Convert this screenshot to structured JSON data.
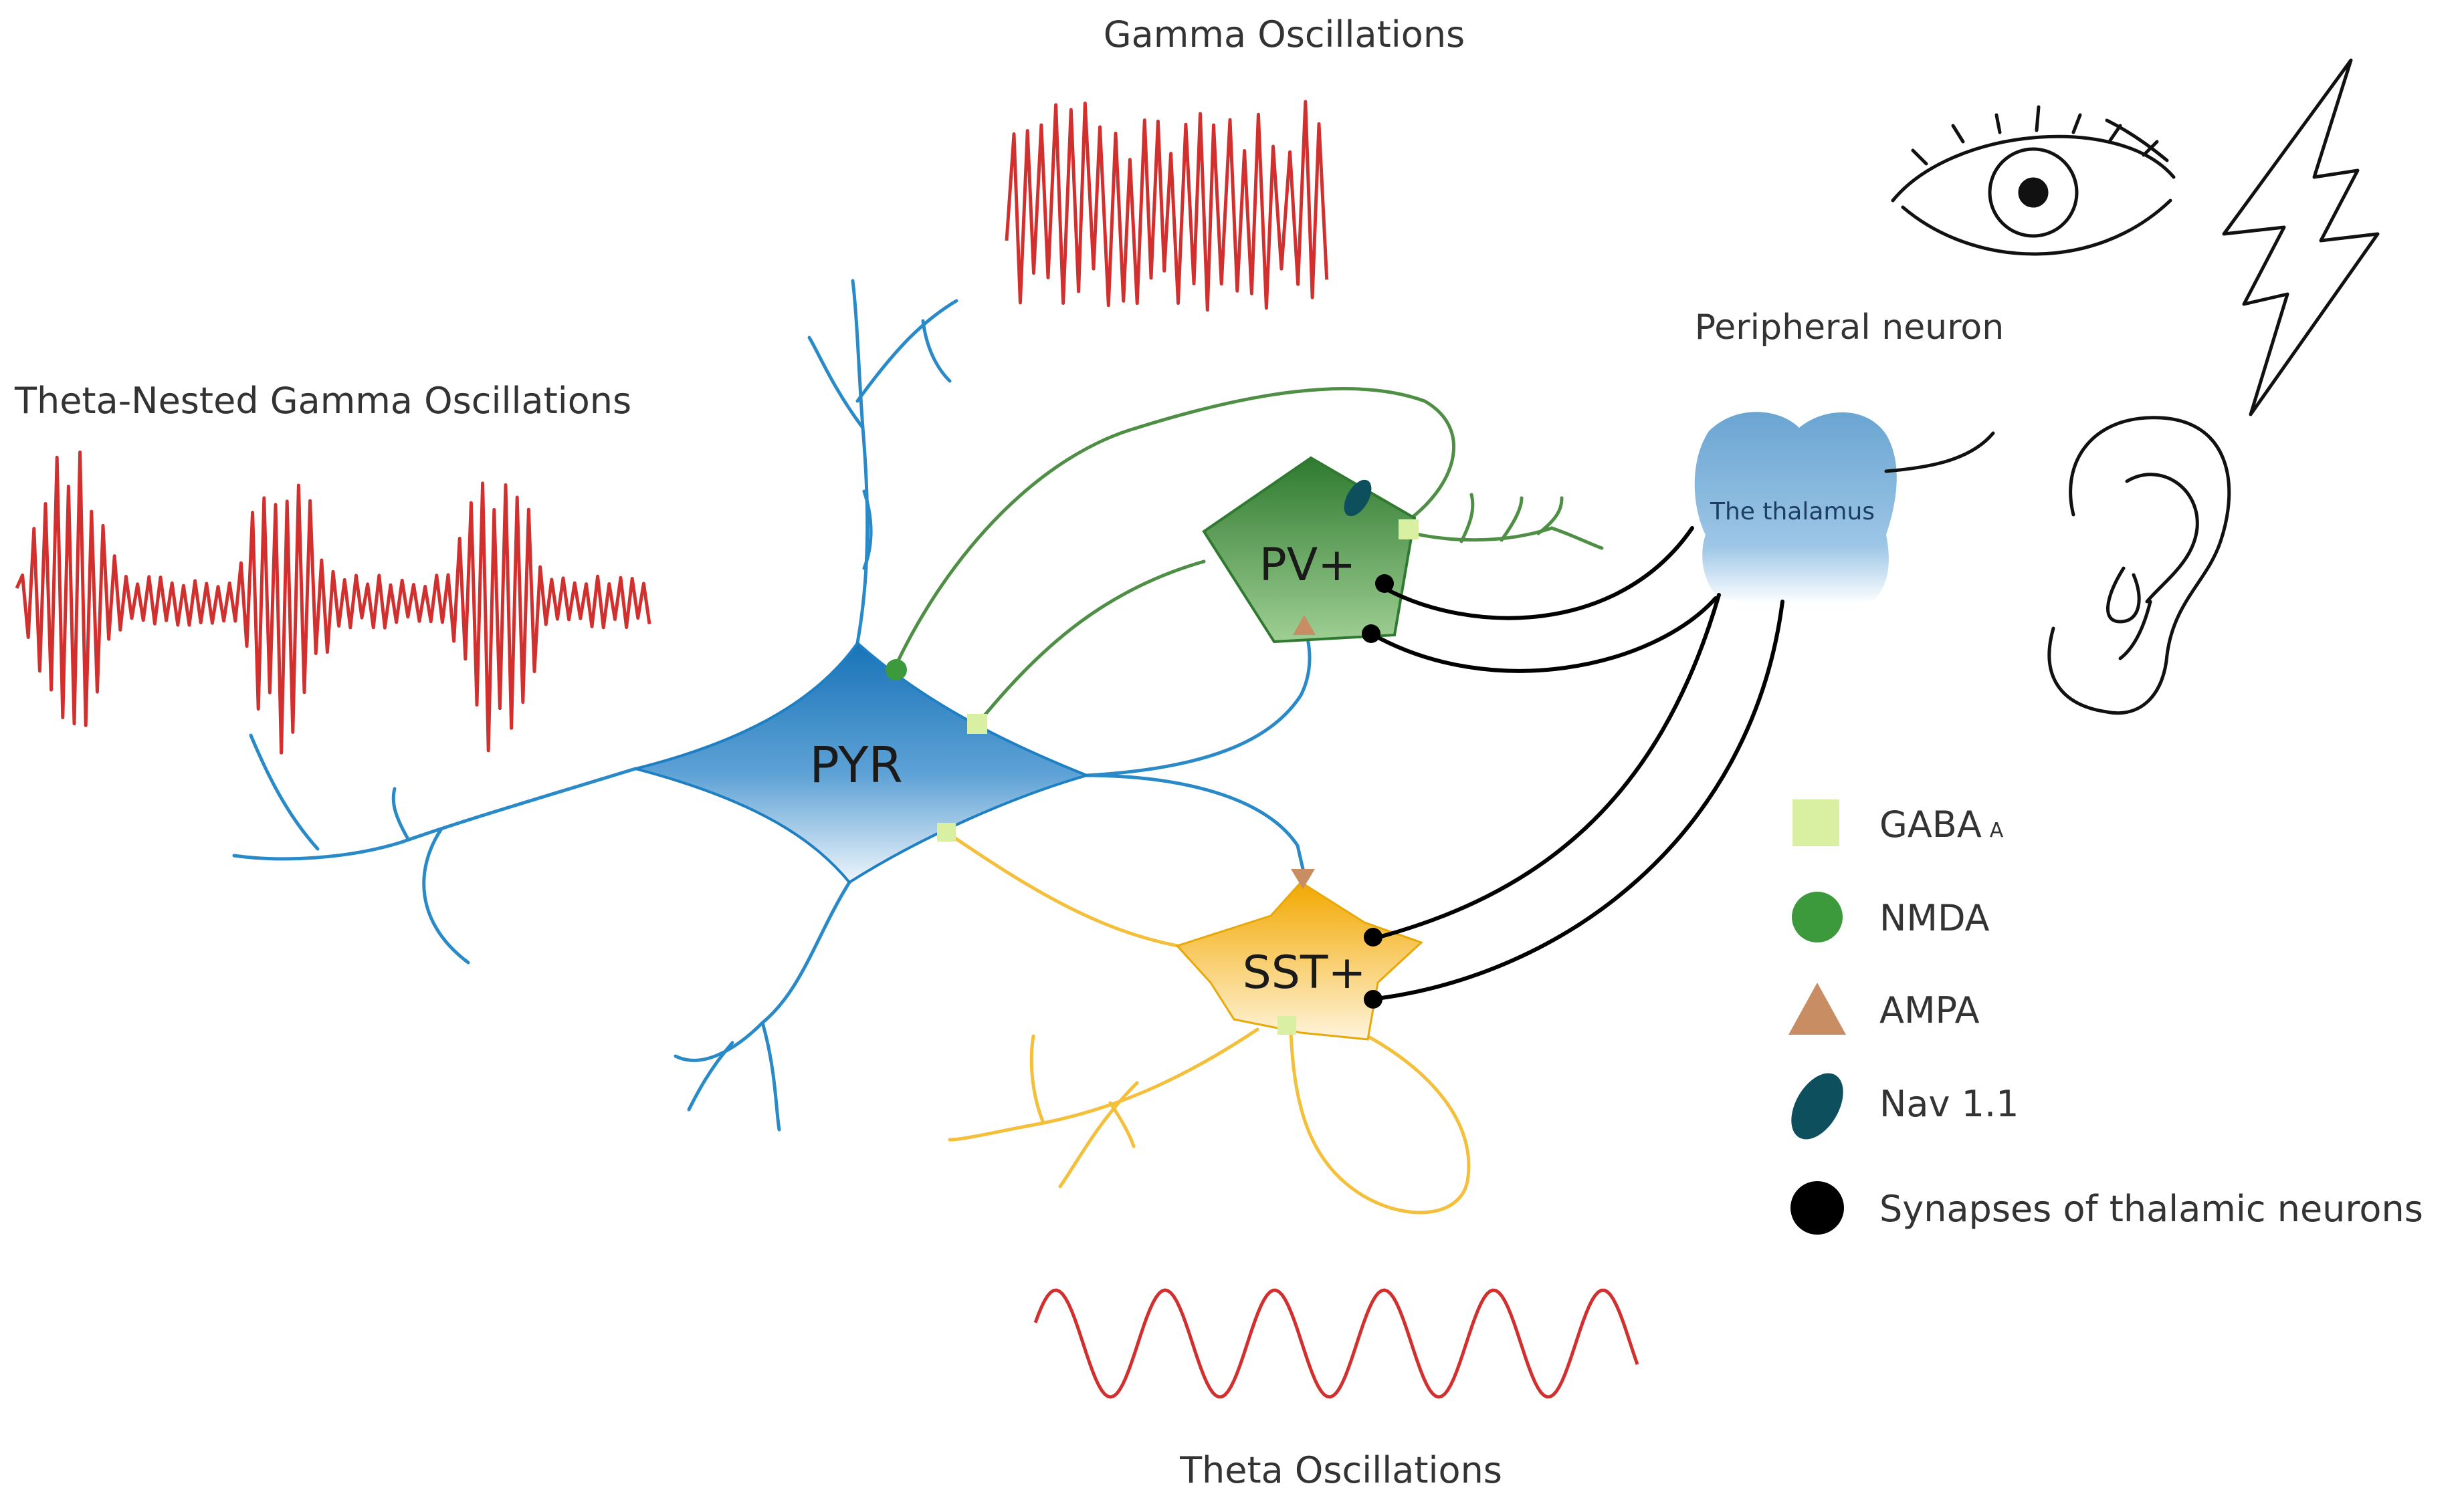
{
  "labels": {
    "gamma": "Gamma Oscillations",
    "theta_nested": "Theta-Nested Gamma Oscillations",
    "theta": "Theta Oscillations",
    "peripheral": "Peripheral neuron",
    "thalamus": "The thalamus"
  },
  "cells": {
    "pyr": "PYR",
    "pv": "PV+",
    "sst": "SST+"
  },
  "legend": [
    {
      "name": "legend-gaba",
      "label": "GABA",
      "sub": "A",
      "shape": "square",
      "color": "#d9f0a3"
    },
    {
      "name": "legend-nmda",
      "label": "NMDA",
      "shape": "circle",
      "color": "#3c9a3c"
    },
    {
      "name": "legend-ampa",
      "label": "AMPA",
      "shape": "triangle",
      "color": "#c98d63"
    },
    {
      "name": "legend-nav",
      "label": "Nav 1.1",
      "shape": "ellipse",
      "color": "#0d4f5c"
    },
    {
      "name": "legend-synapse",
      "label": "Synapses of thalamic neurons",
      "shape": "dot",
      "color": "#000000"
    }
  ],
  "icons": [
    "eye-icon",
    "lightning-icon",
    "ear-icon"
  ],
  "colors": {
    "pyr": "#2a8ac8",
    "pv": "#3f8a3f",
    "sst": "#f5b51e",
    "wave": "#d22f2f",
    "thalamus": "#7fb3d9"
  }
}
